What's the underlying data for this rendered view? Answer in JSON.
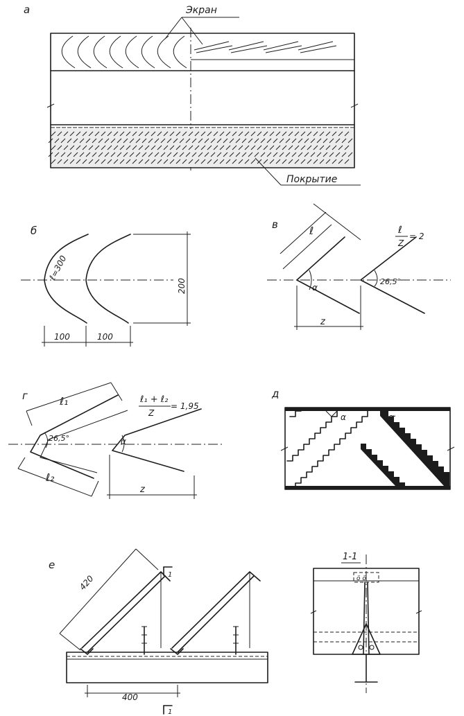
{
  "figure": {
    "panels": {
      "a": {
        "letter": "а",
        "label_screen": "Экран",
        "label_coating": "Покрытие"
      },
      "b": {
        "letter": "б",
        "curve_length": "ℓ=300",
        "dim_width_1": "100",
        "dim_width_2": "100",
        "dim_height": "200"
      },
      "v": {
        "letter": "в",
        "ratio_l": "ℓ",
        "ratio_z": "Z",
        "ratio_value": "= 2",
        "side_l": "ℓ",
        "angle_alpha": "α",
        "angle_value": "26,5°",
        "dim_z": "z"
      },
      "g": {
        "letter": "г",
        "ratio_l": "ℓ₁ + ℓ₂",
        "ratio_z": "Z",
        "ratio_value": "= 1,95",
        "side_l1": "ℓ₁",
        "side_l2": "ℓ₂",
        "angle_value": "26,5°",
        "angle_alpha": "α",
        "dim_z": "z"
      },
      "d": {
        "letter": "д",
        "angle_alpha_1": "α",
        "angle_alpha_2": "α"
      },
      "e": {
        "letter": "е",
        "dim_diag": "420",
        "dim_span": "400",
        "section_mark": "1",
        "section_title": "1-1"
      }
    }
  }
}
